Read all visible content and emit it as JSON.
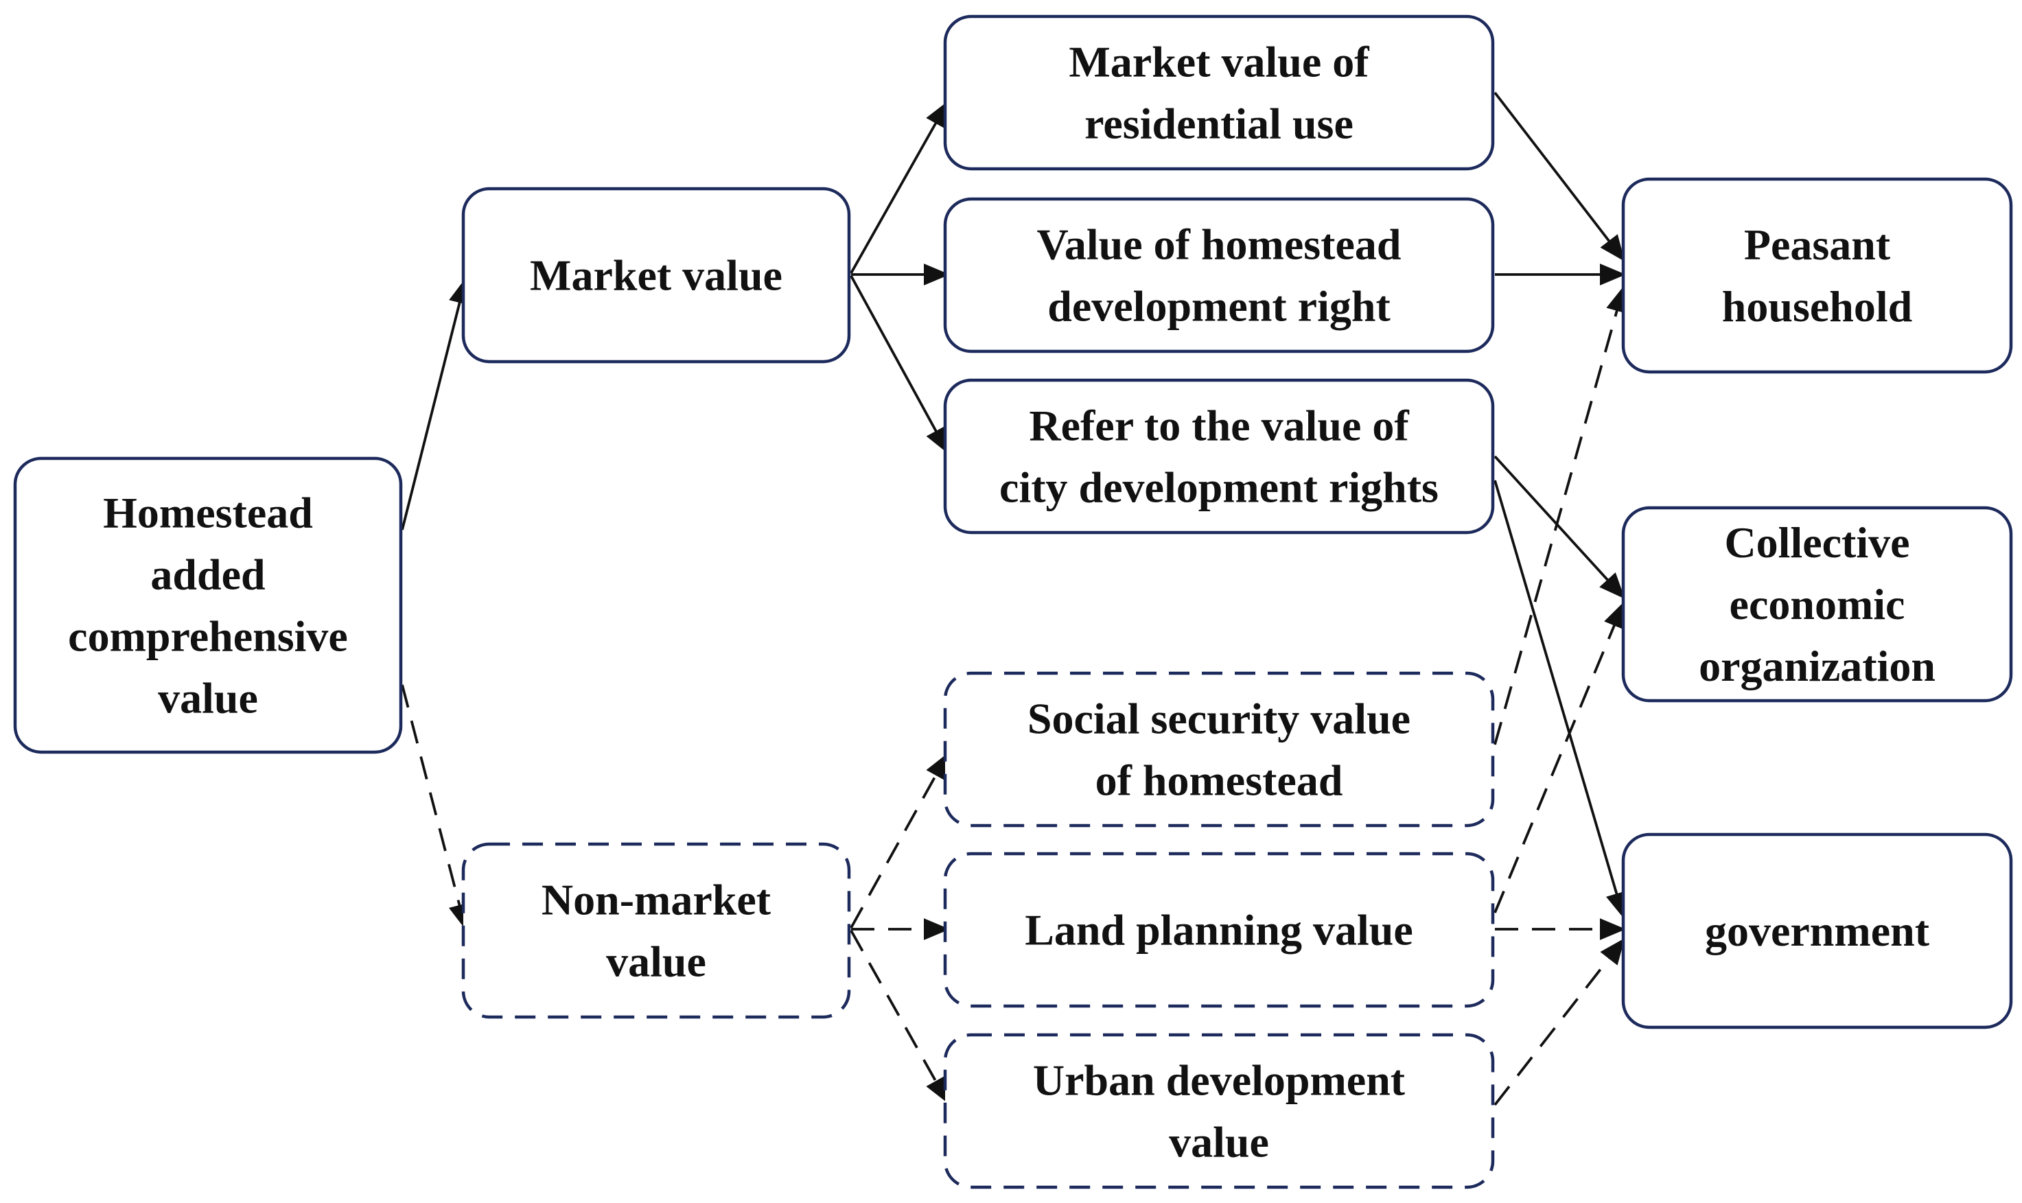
{
  "nodes": {
    "root": {
      "lines": [
        "Homestead",
        "added",
        "comprehensive",
        "value"
      ]
    },
    "mv": {
      "lines": [
        "Market value"
      ]
    },
    "nmv": {
      "lines": [
        "Non-market",
        "value"
      ]
    },
    "mvr": {
      "lines": [
        "Market value of",
        "residential use"
      ]
    },
    "vhd": {
      "lines": [
        "Value of homestead",
        "development right"
      ]
    },
    "rcd": {
      "lines": [
        "Refer to the value of",
        "city development rights"
      ]
    },
    "ssv": {
      "lines": [
        "Social security value",
        "of homestead"
      ]
    },
    "lpv": {
      "lines": [
        "Land planning value"
      ]
    },
    "udv": {
      "lines": [
        "Urban development",
        "value"
      ]
    },
    "ph": {
      "lines": [
        "Peasant",
        "household"
      ]
    },
    "ceo": {
      "lines": [
        "Collective",
        "economic",
        "organization"
      ]
    },
    "gov": {
      "lines": [
        "government"
      ]
    }
  },
  "edges": [
    {
      "from": "root",
      "to": "mv",
      "style": "solid"
    },
    {
      "from": "root",
      "to": "nmv",
      "style": "dashed"
    },
    {
      "from": "mv",
      "to": "mvr",
      "style": "solid"
    },
    {
      "from": "mv",
      "to": "vhd",
      "style": "solid"
    },
    {
      "from": "mv",
      "to": "rcd",
      "style": "solid"
    },
    {
      "from": "nmv",
      "to": "ssv",
      "style": "dashed"
    },
    {
      "from": "nmv",
      "to": "lpv",
      "style": "dashed"
    },
    {
      "from": "nmv",
      "to": "udv",
      "style": "dashed"
    },
    {
      "from": "mvr",
      "to": "ph",
      "style": "solid"
    },
    {
      "from": "vhd",
      "to": "ph",
      "style": "solid"
    },
    {
      "from": "rcd",
      "to": "ceo",
      "style": "solid"
    },
    {
      "from": "rcd",
      "to": "gov",
      "style": "solid"
    },
    {
      "from": "ssv",
      "to": "ph",
      "style": "dashed"
    },
    {
      "from": "lpv",
      "to": "ceo",
      "style": "dashed"
    },
    {
      "from": "lpv",
      "to": "gov",
      "style": "dashed"
    },
    {
      "from": "udv",
      "to": "gov",
      "style": "dashed"
    }
  ]
}
